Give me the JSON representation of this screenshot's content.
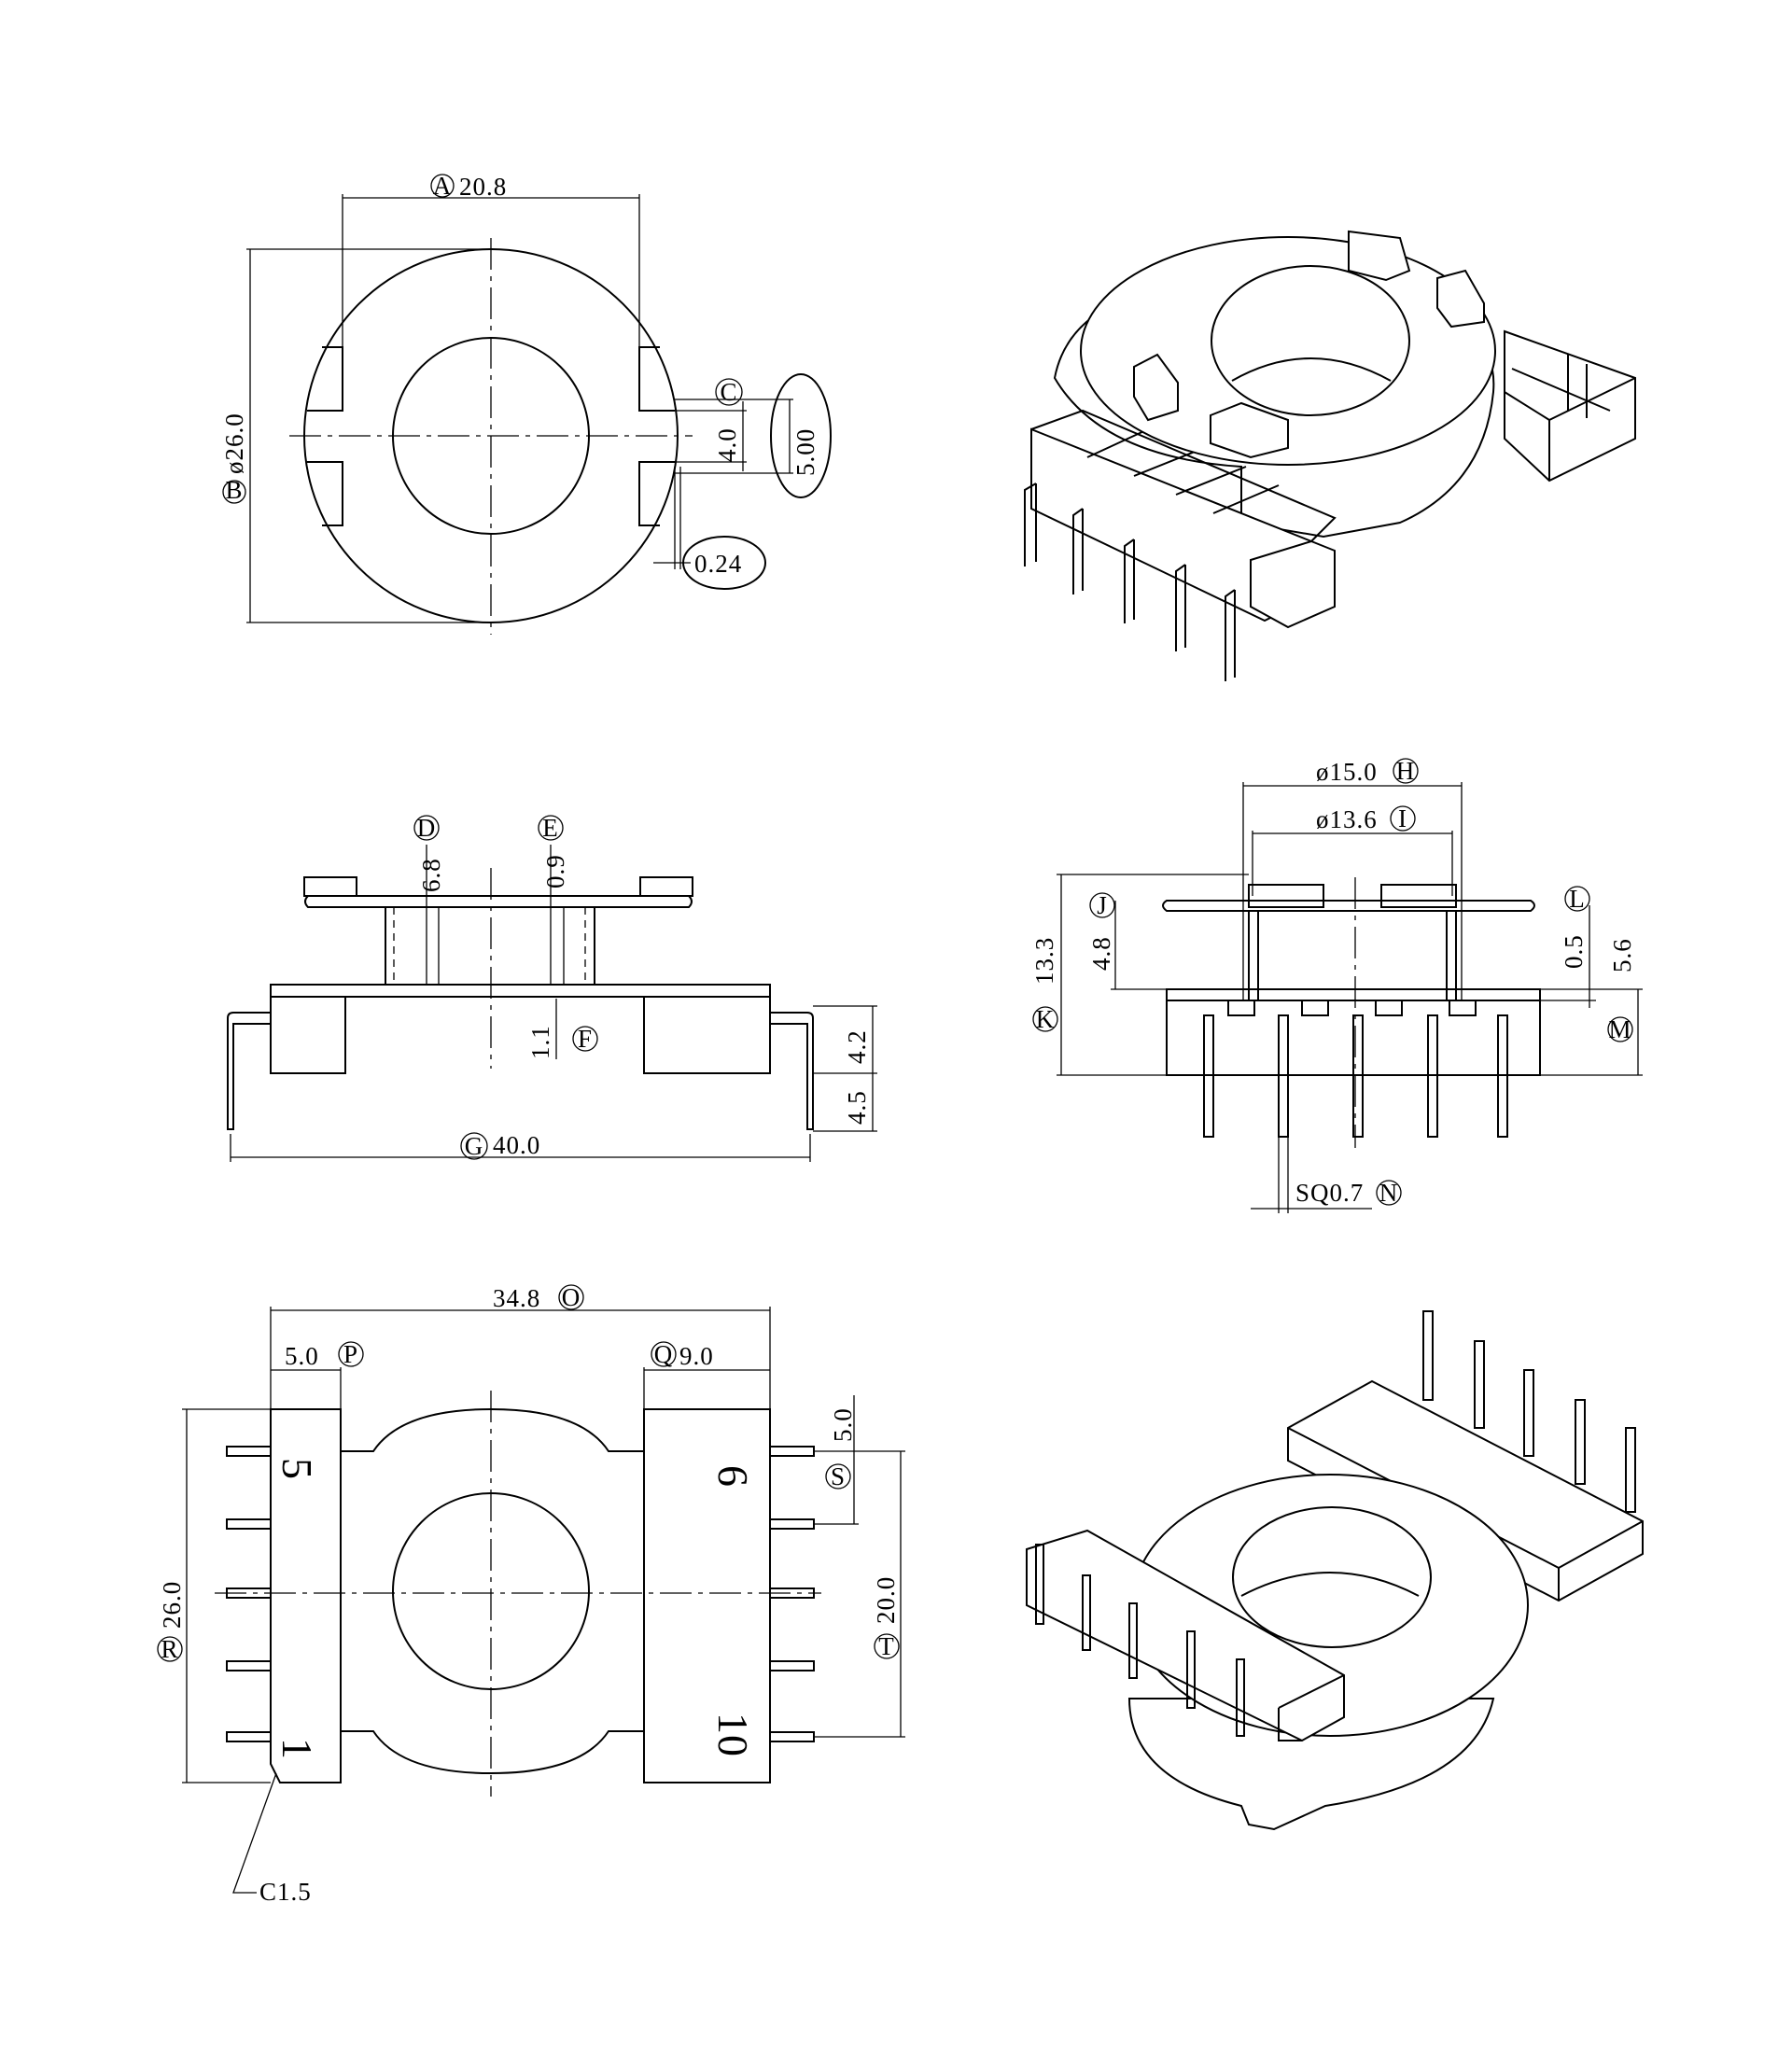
{
  "dimensions": {
    "A": "20.8",
    "B": "ø26.0",
    "C": "4.0",
    "C_box": "5.00",
    "tol": "0.24",
    "D": "6.8",
    "E": "0.9",
    "F": "1.1",
    "G": "40.0",
    "side_h1": "4.2",
    "side_h2": "4.5",
    "H": "ø15.0",
    "I": "ø13.6",
    "J": "4.8",
    "K": "13.3",
    "L": "0.5",
    "M": "5.6",
    "N": "SQ0.7",
    "O": "34.8",
    "P": "5.0",
    "Q": "9.0",
    "R": "26.0",
    "S": "5.0",
    "T": "20.0",
    "chamfer": "C1.5"
  },
  "balloons": {
    "A": "A",
    "B": "B",
    "C": "C",
    "D": "D",
    "E": "E",
    "F": "F",
    "G": "G",
    "H": "H",
    "I": "I",
    "J": "J",
    "K": "K",
    "L": "L",
    "M": "M",
    "N": "N",
    "O": "O",
    "P": "P",
    "Q": "Q",
    "R": "R",
    "S": "S",
    "T": "T"
  },
  "pins": {
    "p5": "5",
    "p1": "1",
    "p6": "6",
    "p10": "10"
  }
}
